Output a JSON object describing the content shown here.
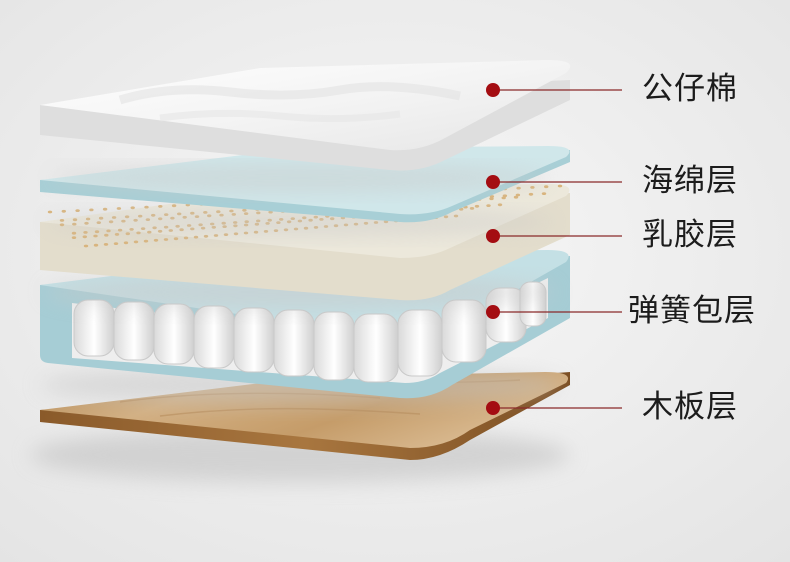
{
  "layers": [
    {
      "id": "padding",
      "label": "公仔棉"
    },
    {
      "id": "sponge",
      "label": "海绵层"
    },
    {
      "id": "latex",
      "label": "乳胶层"
    },
    {
      "id": "spring",
      "label": "弹簧包层"
    },
    {
      "id": "board",
      "label": "木板层"
    }
  ],
  "colors": {
    "background": "#ececec",
    "marker": "#a40d12",
    "leader_line": "#8a2a2a",
    "padding_top": "#f2f2f2",
    "padding_side": "#dcdcdc",
    "sponge_top": "#cde5e8",
    "sponge_side": "#a9cfd6",
    "latex_top": "#ebe6d8",
    "latex_side": "#ddd7c6",
    "latex_holes": "#d9b47c",
    "spring_frame": "#b5d5dc",
    "spring_coil": "#f2f2f2",
    "board_top": "#c9a577",
    "board_edge": "#9a6a36"
  }
}
